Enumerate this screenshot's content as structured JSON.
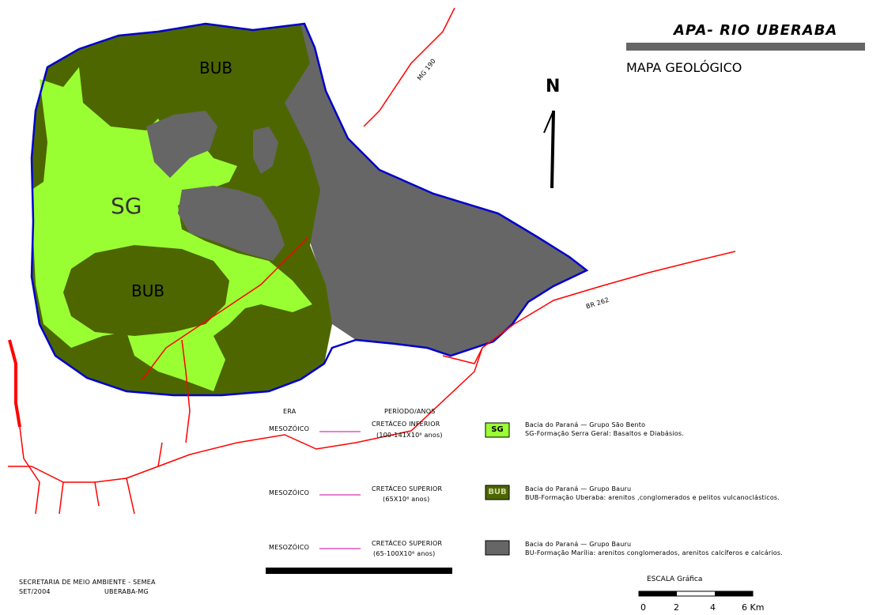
{
  "title": "APA- RIO UBERABA",
  "subtitle": "MAPA GEOLÓGICO",
  "north": "N",
  "colors": {
    "sg": "#99ff33",
    "bub": "#4d6600",
    "bu": "#666666",
    "roads": "#ff0000",
    "boundary": "#0000cc",
    "leader": "#cc0099",
    "titlebar": "#666666"
  },
  "map_labels": {
    "bub_top": "BUB",
    "sg": "SG",
    "bub_mid": "BUB"
  },
  "road_labels": {
    "mg190": "MG 190",
    "br262": "BR 262"
  },
  "legend": {
    "header_era": "ERA",
    "header_periodo": "PERÍODO/ANOS",
    "rows": [
      {
        "era": "MESOZÓICO",
        "periodo": "CRETÁCEO INFERIOR",
        "anos": "(100-141X10⁶ anos)",
        "code": "SG",
        "desc1": "Bacia do Paraná — Grupo São Bento",
        "desc2": "SG-Formação Serra Geral: Basaltos e Diabásios."
      },
      {
        "era": "MESOZÓICO",
        "periodo": "CRETÁCEO SUPERIOR",
        "anos": "(65X10⁶ anos)",
        "code": "BUB",
        "desc1": "Bacia do Paraná — Grupo Bauru",
        "desc2": "BUB-Formação Uberaba: arenitos ,conglomerados e pelitos vulcanoclásticos."
      },
      {
        "era": "MESOZÓICO",
        "periodo": "CRETÁCEO SUPERIOR",
        "anos": "(65-100X10⁶ anos)",
        "code": "",
        "desc1": "Bacia do Paraná — Grupo Bauru",
        "desc2": "BU-Formação Marília: arenitos conglomerados, arenitos calcíferos e calcários."
      }
    ]
  },
  "footer": {
    "line1": "SECRETARIA DE MEIO AMBIENTE - SEMEA",
    "date": "SET/2004",
    "city": "UBERABA-MG"
  },
  "scale": {
    "label": "ESCALA Gráfica",
    "ticks": [
      "0",
      "2",
      "4",
      "6 Km"
    ]
  }
}
